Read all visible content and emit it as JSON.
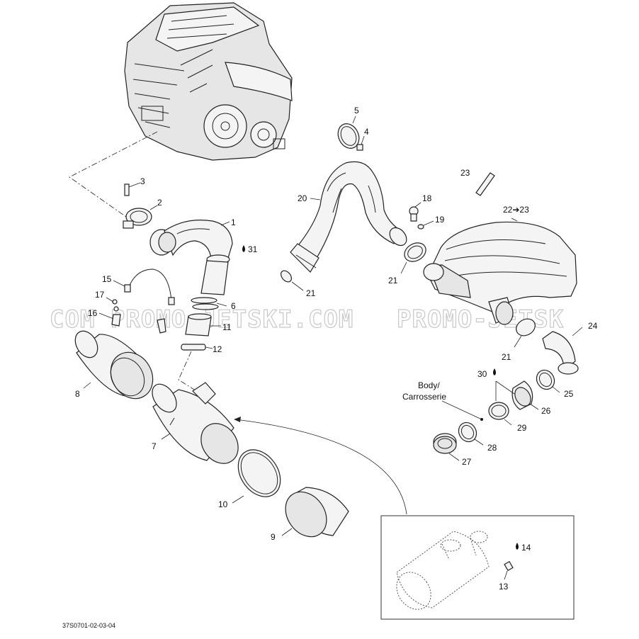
{
  "diagram": {
    "reference_code": "37S0701-02-03-04",
    "watermark_left": "COM  PROMO-JETSKI.COM",
    "watermark_right": "PROMO-JETSK",
    "body_label_line1": "Body/",
    "body_label_line2": "Carrosserie",
    "callouts": {
      "c1": "1",
      "c2": "2",
      "c3": "3",
      "c4": "4",
      "c5": "5",
      "c6": "6",
      "c7": "7",
      "c8": "8",
      "c9": "9",
      "c10": "10",
      "c11": "11",
      "c12": "12",
      "c13": "13",
      "c14": "14",
      "c15": "15",
      "c16": "16",
      "c17": "17",
      "c18": "18",
      "c19": "19",
      "c20": "20",
      "c21a": "21",
      "c21b": "21",
      "c21c": "21",
      "c22": "22➔23",
      "c23": "23",
      "c24": "24",
      "c25": "25",
      "c26": "26",
      "c27": "27",
      "c28": "28",
      "c29": "29",
      "c30": "30",
      "c31": "31"
    }
  }
}
